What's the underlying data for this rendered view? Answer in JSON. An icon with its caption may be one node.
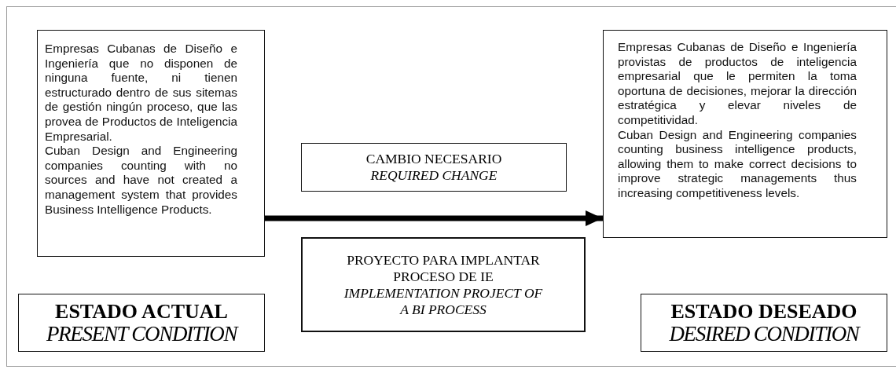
{
  "diagram": {
    "nodes": [
      {
        "text": [
          "Empresas  Cubanas de Diseño e Ingeniería que no disponen de ninguna fuente, ni tienen estructurado dentro de sus sitemas de gestión ningún proceso, que las provea de Productos de Inteligencia Empresarial.",
          "Cuban Design and Engineering companies counting with no sources and have not created a management system that provides Business Intelligence Products."
        ]
      },
      {
        "text": [
          "ESTADO ACTUAL",
          "PRESENT CONDITION"
        ]
      },
      {
        "text": [
          "CAMBIO NECESARIO",
          "REQUIRED CHANGE"
        ]
      },
      {
        "text": [
          "PROYECTO PARA IMPLANTAR PROCESO DE IE",
          "IMPLEMENTATION PROJECT OF A BI PROCESS"
        ]
      },
      {
        "text": [
          "Empresas  Cubanas de Diseño e Ingeniería provistas de productos de inteligencia empresarial que le permiten la toma oportuna de decisiones, mejorar la dirección estratégica y elevar niveles de competitividad.",
          "Cuban Design and Engineering companies counting business intelligence products, allowing them to make correct decisions to improve strategic managements thus increasing competitiveness levels."
        ]
      },
      {
        "text": [
          "ESTADO DESEADO",
          "DESIRED CONDITION"
        ]
      }
    ],
    "edges": [
      {
        "from": 0,
        "to": 4,
        "arrow": "to"
      }
    ]
  }
}
